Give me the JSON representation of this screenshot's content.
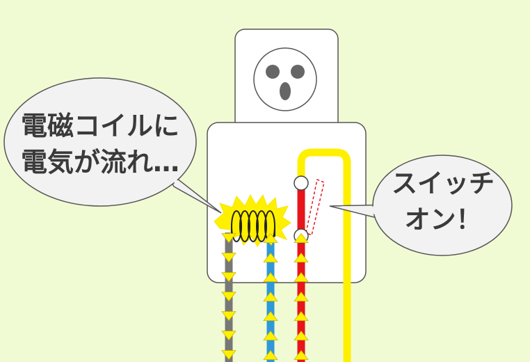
{
  "colors": {
    "background": "#f0fbd4",
    "box_fill": "#ffffff",
    "outline": "#555555",
    "gray_wire": "#777777",
    "blue_wire": "#2f98d8",
    "red_wire": "#e8141b",
    "yellow_wire": "#fff000",
    "arrow_fill": "#fff000",
    "spark": "#fff000",
    "coil": "#222222",
    "bubble_fill": "#f2f2f2",
    "text": "#3a3a3a"
  },
  "speech_left": {
    "line1": "電磁コイルに",
    "line2": "電気が流れ…"
  },
  "speech_right": {
    "line1": "スイッチ",
    "line2": "オン！"
  },
  "icons": {
    "outlet": "power-outlet-icon",
    "coil": "electromagnetic-coil-icon",
    "spark": "spark-burst-icon",
    "switch": "open-switch-icon"
  }
}
